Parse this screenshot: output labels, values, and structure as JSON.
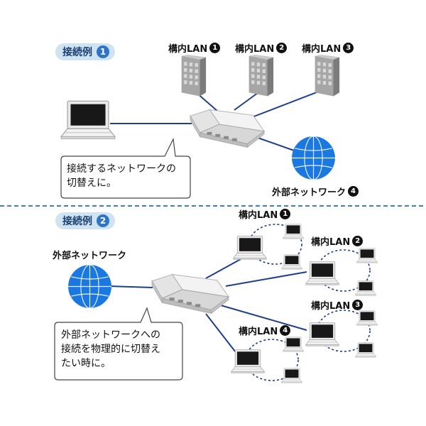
{
  "example1": {
    "label": "接続例",
    "number": "1",
    "lans": [
      {
        "text": "構内LAN",
        "num": "1"
      },
      {
        "text": "構内LAN",
        "num": "2"
      },
      {
        "text": "構内LAN",
        "num": "3"
      }
    ],
    "external": {
      "text": "外部ネットワーク",
      "num": "4"
    },
    "callout_line1": "接続するネットワークの",
    "callout_line2": "切替えに。"
  },
  "example2": {
    "label": "接続例",
    "number": "2",
    "external": "外部ネットワーク",
    "lans": [
      {
        "text": "構内LAN",
        "num": "1"
      },
      {
        "text": "構内LAN",
        "num": "2"
      },
      {
        "text": "構内LAN",
        "num": "3"
      },
      {
        "text": "構内LAN",
        "num": "4"
      }
    ],
    "callout_line1": "外部ネットワークへの",
    "callout_line2": "接続を物理的に切替え",
    "callout_line3": "たい時に。"
  },
  "colors": {
    "line": "#1e3f8a",
    "divider": "#3f7fd0",
    "globe": "#1b78e0",
    "pill_bg": "#cfe4f3",
    "badge": "#2f74c8"
  }
}
